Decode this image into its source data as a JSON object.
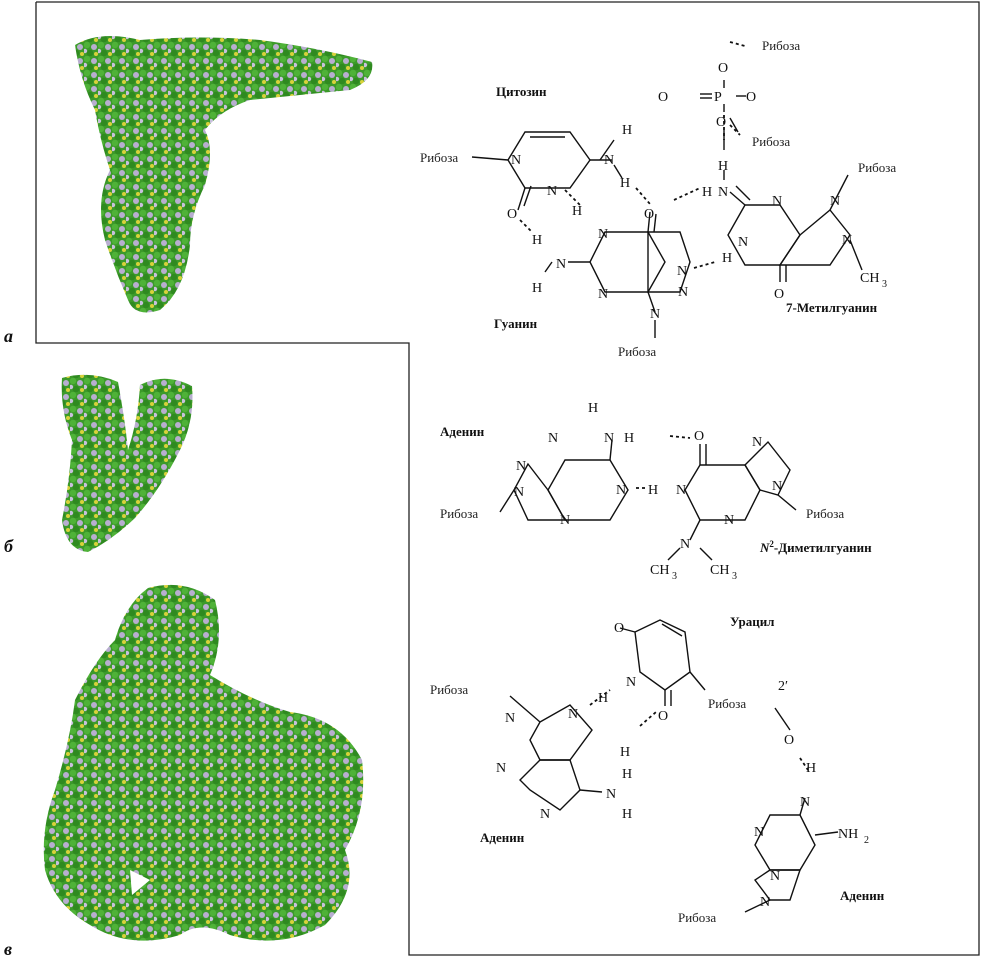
{
  "panels": {
    "a": "а",
    "b": "б",
    "c": "в"
  },
  "colors": {
    "green": "#3c9a2a",
    "lilac": "#b8aed0",
    "yellow": "#d8d23a",
    "frame": "#222222"
  },
  "atoms": {
    "N": "N",
    "H": "H",
    "O": "O",
    "P": "P",
    "CH3": "CH",
    "sub3": "3",
    "NH2": "NH",
    "sub2": "2",
    "prime2": "2′"
  },
  "ribose": "Рибоза",
  "pair1": {
    "cytosine": "Цитозин",
    "guanine": "Гуанин",
    "methylguanine": "7-Метилгуанин"
  },
  "pair2": {
    "adenine": "Аденин",
    "dmg_prefix": "N",
    "dmg_sup": "2",
    "dmg_rest": "-Диметилгуанин"
  },
  "pair3": {
    "uracil": "Урацил",
    "adenine1": "Аденин",
    "adenine2": "Аденин"
  }
}
